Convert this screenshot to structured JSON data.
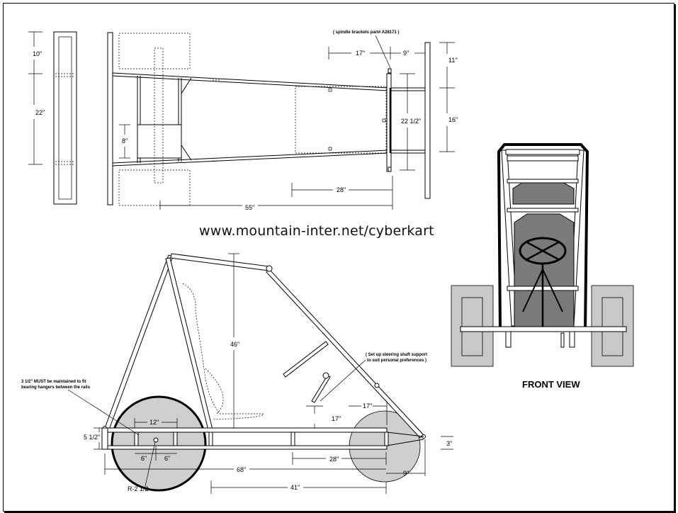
{
  "url": "www.mountain-inter.net/cyberkart",
  "front_view_title": "FRONT VIEW",
  "top_view": {
    "spindle_note": "( spindle brackets part# A28171 )",
    "dim_10": "10\"",
    "dim_22": "22\"",
    "dim_8": "8\"",
    "dim_17": "17\"",
    "dim_9": "9\"",
    "dim_11": "11\"",
    "dim_16": "16\"",
    "dim_22_5": "22 1/2\"",
    "dim_28": "28\"",
    "dim_55": "55\""
  },
  "side_view": {
    "dim_46": "46\"",
    "steering_note_1": "( Set up steering shaft support",
    "steering_note_2": "to suit personal preferences )",
    "bearing_note_1": "3 1/2\" MUST be maintained to fit",
    "bearing_note_2": "bearing hangers between the rails",
    "dim_12": "12\"",
    "dim_5_5": "5 1/2\"",
    "dim_6a": "6\"",
    "dim_6b": "6\"",
    "dim_68": "68\"",
    "dim_r": "R-2 1/2",
    "dim_17a": "17\"",
    "dim_17b": "17\"",
    "dim_28": "28\"",
    "dim_41": "41\"",
    "dim_9": "9\"",
    "dim_3": "3\""
  }
}
